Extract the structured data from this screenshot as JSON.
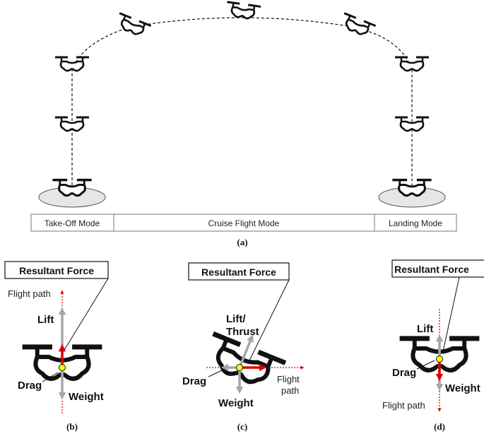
{
  "modes": {
    "takeoff": "Take-Off Mode",
    "cruise": "Cruise Flight Mode",
    "landing": "Landing Mode"
  },
  "captions": {
    "a": "(a)",
    "b": "(b)",
    "c": "(c)",
    "d": "(d)"
  },
  "panel_b": {
    "resultant": "Resultant Force",
    "flight_path": "Flight path",
    "lift": "Lift",
    "drag": "Drag",
    "weight": "Weight"
  },
  "panel_c": {
    "resultant": "Resultant Force",
    "lift_line1": "Lift/",
    "lift_line2": "Thrust",
    "drag": "Drag",
    "weight": "Weight",
    "flight_line1": "Flight",
    "flight_line2": "path"
  },
  "panel_d": {
    "resultant": "Resultant Force",
    "lift": "Lift",
    "drag": "Drag",
    "weight": "Weight",
    "flight_path": "Flight path"
  },
  "colors": {
    "drone": "#111111",
    "force_gray": "#a6a6a6",
    "force_red": "#e00000",
    "pad": "#e6e6e6",
    "center": "#ffff00"
  }
}
